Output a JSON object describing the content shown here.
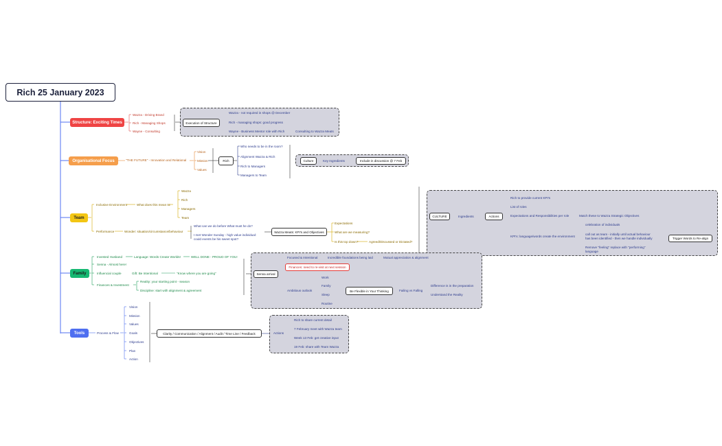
{
  "root": {
    "title": "Rich 25 January 2023"
  },
  "colors": {
    "structure": "#ef4444",
    "focus": "#f59e4b",
    "team": "#f3c614",
    "family": "#16b872",
    "tools": "#4f6ff0",
    "group": "#d4d4de"
  },
  "structure": {
    "label": "Structure: Exciting Times",
    "items": [
      "Wazza - Driving Brand",
      "Rich - Managing Shops",
      "Wayne - Consulting"
    ],
    "box": "Execution of Structure",
    "details": [
      "Wazza - not required in shops @ December",
      "Rich - managing shops: good progress",
      "Wayne - Business Mentor role with Rich"
    ],
    "consulting": "Consulting to Wazza Meats"
  },
  "focus": {
    "label": "Organisational Focus",
    "future": "\"THE FUTURE\" - Innovation and Relational",
    "vmv": [
      "Vision",
      "Mission",
      "Values"
    ],
    "rich": "Rich",
    "questions": [
      "Who needs to be in the room?",
      "Alignment Wazza & Rich",
      "Rich to Managers",
      "Managers to Team"
    ],
    "culture": "Culture",
    "key": "Key Ingredients",
    "include": "Include in discussion @ 7 Feb"
  },
  "team": {
    "label": "Team",
    "inclusive": "Inclusive Environment",
    "what_does": "What does this mean to:",
    "roles": [
      "Wazza",
      "Rich",
      "Managers",
      "Team"
    ],
    "performance": "Performance",
    "wonder": "Wonder: situation/circumstance/behaviour",
    "q1": "What can we do before What must he do?",
    "q2a": "I met Wonder Sunday - high value individual:",
    "q2b": "could events be his sweet spot?",
    "kpi_box": "Wazza Meats: KPI's and Objectives",
    "exp": [
      "Expectations",
      "What are we measuring?",
      "Is this top down?"
    ],
    "agreed": "Agreed/Discussed or Dictated?"
  },
  "culture_panel": {
    "culture": "CULTURE",
    "ingredients": "Ingredients",
    "actions": "Actions",
    "items": [
      "Rich to provide current KPI's",
      "List of roles",
      "Expectations and Responsibilities per role",
      "KPI's: language/words create the environment"
    ],
    "match": "Match these to Wazza Strategic Objectives",
    "kpi_sub": [
      "celebration of individuals",
      "call out as team - initially until actual behaviour",
      "has been identified - then we handle individually",
      "Remove \"feeling\" replace with \"performing\"",
      "language"
    ],
    "trigger": "Trigger Words to Re-align"
  },
  "family": {
    "label": "Family",
    "items": [
      "Invested Husband",
      "Senna - Almost here!",
      "Influencial couple",
      "Finances & Investment"
    ],
    "language": "Language: Words Create Worlds!",
    "well_done": "WELL DONE - PROUD OF YOU!",
    "gift": "Gift: Be Intentional",
    "know": "\"Know where you are going\"",
    "reality": "Reality: your starting point - season",
    "discipline": "Discipline: start with alignment & agreement"
  },
  "senna": {
    "box": "Senna arrival",
    "focused": "Focused & Intentional",
    "foundations": "Incredible foundations being laid",
    "mutual": "Mutual appreciation & alignment",
    "finances": "Finances: need to re-visit at next session",
    "ambitious": "Ambitious outlook",
    "areas": [
      "Work",
      "Family",
      "Sleep",
      "Routine"
    ],
    "flexible": "Be Flexible in Your Thinking",
    "failing": "Failing vs Falling",
    "difference": "Difference is in the preparation",
    "understand": "Understand the Reality"
  },
  "tools": {
    "label": "Tools",
    "process": "Process & Flow",
    "items": [
      "Vision",
      "Mission",
      "Values",
      "Goals",
      "Objectives",
      "Plan",
      "Action"
    ],
    "clarity": "Clarity / Communication / Alignment / Audit / Time Line / Feedback",
    "actions": "Actions",
    "action_items": [
      "Rich to share current detail",
      "7 February meet with Wazza team",
      "Week 13 Feb: get creative input",
      "19 Feb: share with Team Wazza"
    ]
  }
}
